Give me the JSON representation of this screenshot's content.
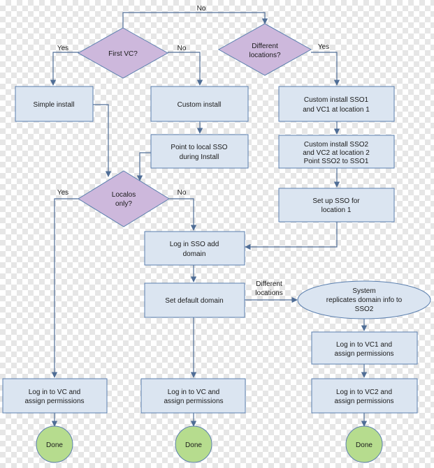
{
  "colors": {
    "process_fill": "#dbe5f1",
    "decision_fill": "#cdb8dc",
    "terminal_fill": "#b6dc8e",
    "border": "#5b7fae",
    "connector": "#4f6d96"
  },
  "decisions": {
    "first_vc": [
      "First VC?"
    ],
    "different_locations": [
      "Different",
      "locations?"
    ],
    "localos_only": [
      "Localos",
      "only?"
    ]
  },
  "processes": {
    "simple_install": [
      "Simple install"
    ],
    "custom_install": [
      "Custom install"
    ],
    "point_local_sso": [
      "Point to local SSO",
      "during Install"
    ],
    "custom_install_sso1": [
      "Custom install SSO1",
      "and VC1 at location 1"
    ],
    "custom_install_sso2": [
      "Custom install SSO2",
      "and VC2 at location 2",
      "Point SSO2 to SSO1"
    ],
    "setup_sso": [
      "Set up SSO for",
      "location 1"
    ],
    "login_sso": [
      "Log in SSO add",
      "domain"
    ],
    "default_domain": [
      "Set default domain"
    ],
    "system_replicates": [
      "System",
      "replicates domain info to",
      "SSO2"
    ],
    "login_vc1": [
      "Log in to VC1 and",
      "assign permissions"
    ],
    "login_vc2": [
      "Log in to VC2 and",
      "assign permissions"
    ],
    "login_vc_left": [
      "Log in to VC and",
      "assign permissions"
    ],
    "login_vc_mid": [
      "Log in to VC and",
      "assign permissions"
    ]
  },
  "terminals": {
    "done_left": [
      "Done"
    ],
    "done_mid": [
      "Done"
    ],
    "done_right": [
      "Done"
    ]
  },
  "edge_labels": {
    "top_no": [
      "No"
    ],
    "first_vc_yes": [
      "Yes"
    ],
    "first_vc_no": [
      "No"
    ],
    "diff_loc_yes": [
      "Yes"
    ],
    "localos_yes": [
      "Yes"
    ],
    "localos_no": [
      "No"
    ],
    "diff_loc_side": [
      "Different",
      "locations"
    ]
  }
}
